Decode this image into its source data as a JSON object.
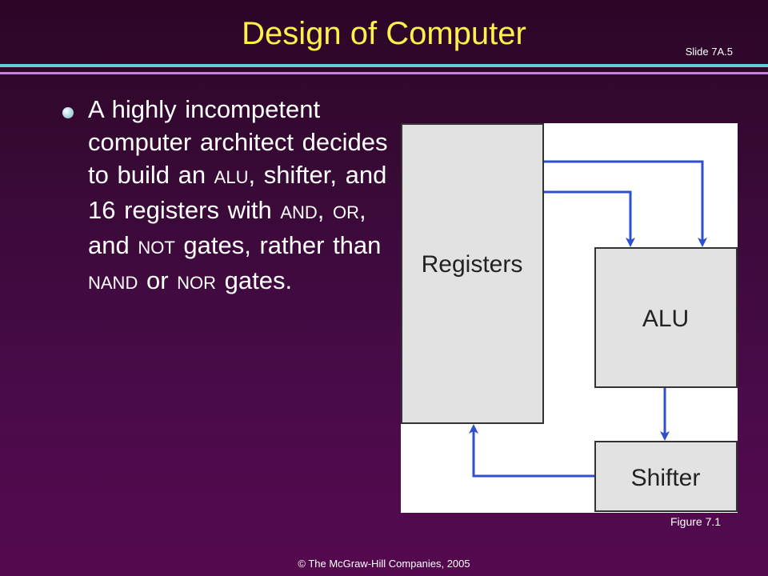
{
  "slide": {
    "title": "Design of Computer",
    "slide_number": "Slide 7A.5",
    "footer": "© The McGraw-Hill Companies, 2005"
  },
  "bullet": {
    "t1": "A highly incompetent computer architect decides to build an ",
    "alu": "ALU",
    "t2": ", shifter, and 16 registers with ",
    "and": "AND",
    "t3": ", ",
    "or": "OR",
    "t4": ", and ",
    "not": "NOT",
    "t5": " gates, rather than ",
    "nand": "NAND",
    "t6": " or ",
    "nor": "NOR",
    "t7": " gates."
  },
  "figure": {
    "blocks": {
      "registers": "Registers",
      "alu": "ALU",
      "shifter": "Shifter"
    },
    "caption": "Figure 7.1",
    "colors": {
      "arrow": "#2f4fcf",
      "box_fill": "#e2e2e2",
      "box_stroke": "#333333"
    }
  }
}
